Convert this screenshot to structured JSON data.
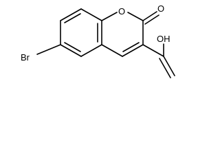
{
  "molecule": {
    "atoms": {
      "bromine": "Br",
      "ring_oxygen": "O",
      "carbonyl_oxygen": "O",
      "hydroxyl": "OH"
    },
    "colors": {
      "bond": "#000000",
      "label": "#000000",
      "background": "#ffffff"
    }
  }
}
